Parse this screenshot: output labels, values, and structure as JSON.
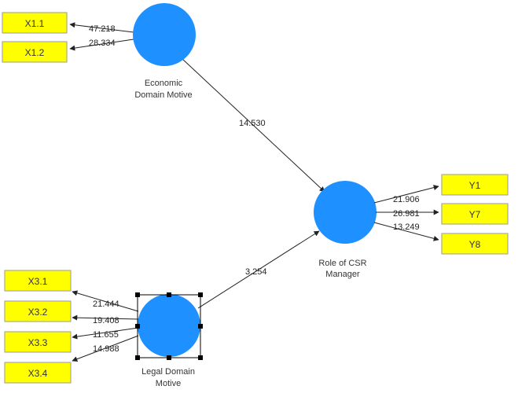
{
  "constructs": {
    "economic": {
      "label_lines": [
        "Economic",
        "Domain Motive"
      ]
    },
    "legal": {
      "label_lines": [
        "Legal Domain",
        "Motive"
      ]
    },
    "csr": {
      "label_lines": [
        "Role of CSR",
        "Manager"
      ]
    }
  },
  "indicators": {
    "x1_1": "X1.1",
    "x1_2": "X1.2",
    "x3_1": "X3.1",
    "x3_2": "X3.2",
    "x3_3": "X3.3",
    "x3_4": "X3.4",
    "y1": "Y1",
    "y7": "Y7",
    "y8": "Y8"
  },
  "loadings": {
    "x1_1": "47.218",
    "x1_2": "28.334",
    "x3_1": "21.444",
    "x3_2": "19.408",
    "x3_3": "11.655",
    "x3_4": "14.988",
    "y1": "21.906",
    "y7": "26.981",
    "y8": "13.249"
  },
  "paths": {
    "economic_to_csr": "14.530",
    "legal_to_csr": "3.254"
  },
  "colors": {
    "construct": "#1e90ff",
    "indicator": "#ffff00"
  }
}
